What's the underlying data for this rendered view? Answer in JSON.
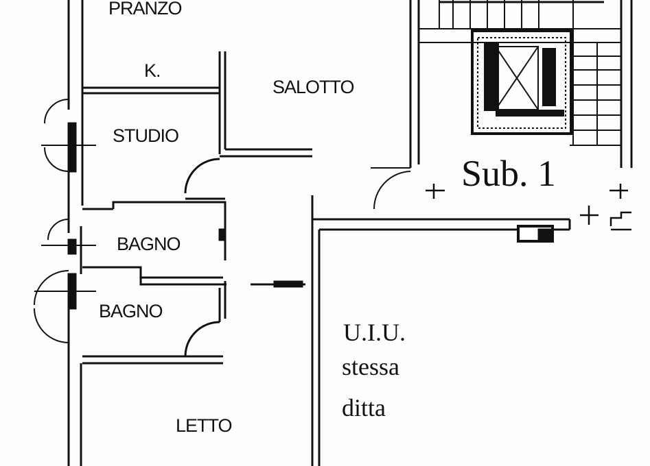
{
  "rooms": {
    "pranzo": "PRANZO",
    "kitchen": "K.",
    "salotto": "SALOTTO",
    "studio": "STUDIO",
    "bagno_1": "BAGNO",
    "bagno_2": "BAGNO",
    "letto": "LETTO"
  },
  "units": {
    "sub": "Sub. 1",
    "uiu_line1": "U.I.U.",
    "uiu_line2": "stessa",
    "uiu_line3": "ditta"
  },
  "colors": {
    "ink": "#111111",
    "paper": "#fdfdfd"
  }
}
